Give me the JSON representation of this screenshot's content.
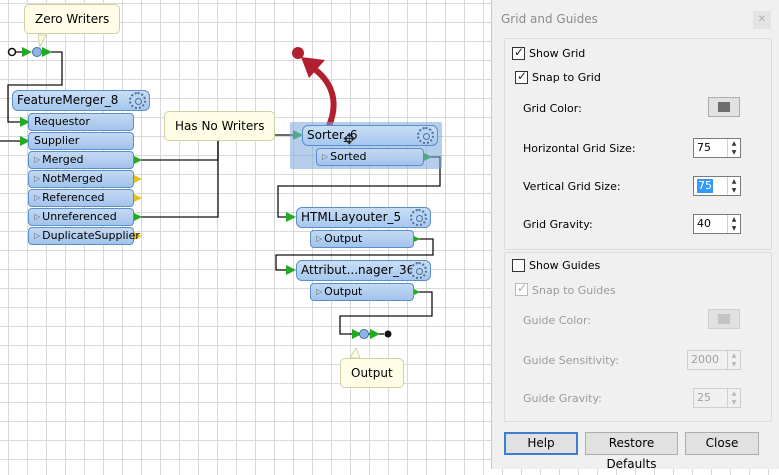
{
  "canvas": {
    "annotations": {
      "zero_writers": "Zero Writers",
      "has_no_writers": "Has No Writers",
      "output": "Output"
    },
    "feature_merger": {
      "title": "FeatureMerger_8",
      "inputs": [
        "Requestor",
        "Supplier"
      ],
      "outputs": [
        "Merged",
        "NotMerged",
        "Referenced",
        "Unreferenced",
        "DuplicateSupplier"
      ]
    },
    "sorter": {
      "title": "Sorter_6",
      "output": "Sorted"
    },
    "html_layouter": {
      "title": "HTMLLayouter_5",
      "output": "Output"
    },
    "attribute_manager": {
      "title": "Attribut...nager_36",
      "output": "Output"
    }
  },
  "dialog": {
    "title": "Grid and Guides",
    "grid": {
      "show_grid_label": "Show Grid",
      "show_grid_checked": true,
      "snap_label": "Snap to Grid",
      "snap_checked": true,
      "color_label": "Grid Color:",
      "h_size_label": "Horizontal Grid Size:",
      "h_size": "75",
      "v_size_label": "Vertical Grid Size:",
      "v_size": "75",
      "gravity_label": "Grid Gravity:",
      "gravity": "40"
    },
    "guides": {
      "show_label": "Show Guides",
      "show_checked": false,
      "snap_label": "Snap to Guides",
      "snap_checked": true,
      "color_label": "Guide Color:",
      "sensitivity_label": "Guide Sensitivity:",
      "sensitivity": "2000",
      "gravity_label": "Guide Gravity:",
      "gravity": "25"
    },
    "buttons": {
      "help": "Help",
      "restore": "Restore Defaults",
      "close": "Close"
    }
  },
  "colors": {
    "port_green": "#22aa22",
    "port_yellow": "#e8c020",
    "arrow": "#b22030",
    "accent": "#3c7fd0"
  }
}
